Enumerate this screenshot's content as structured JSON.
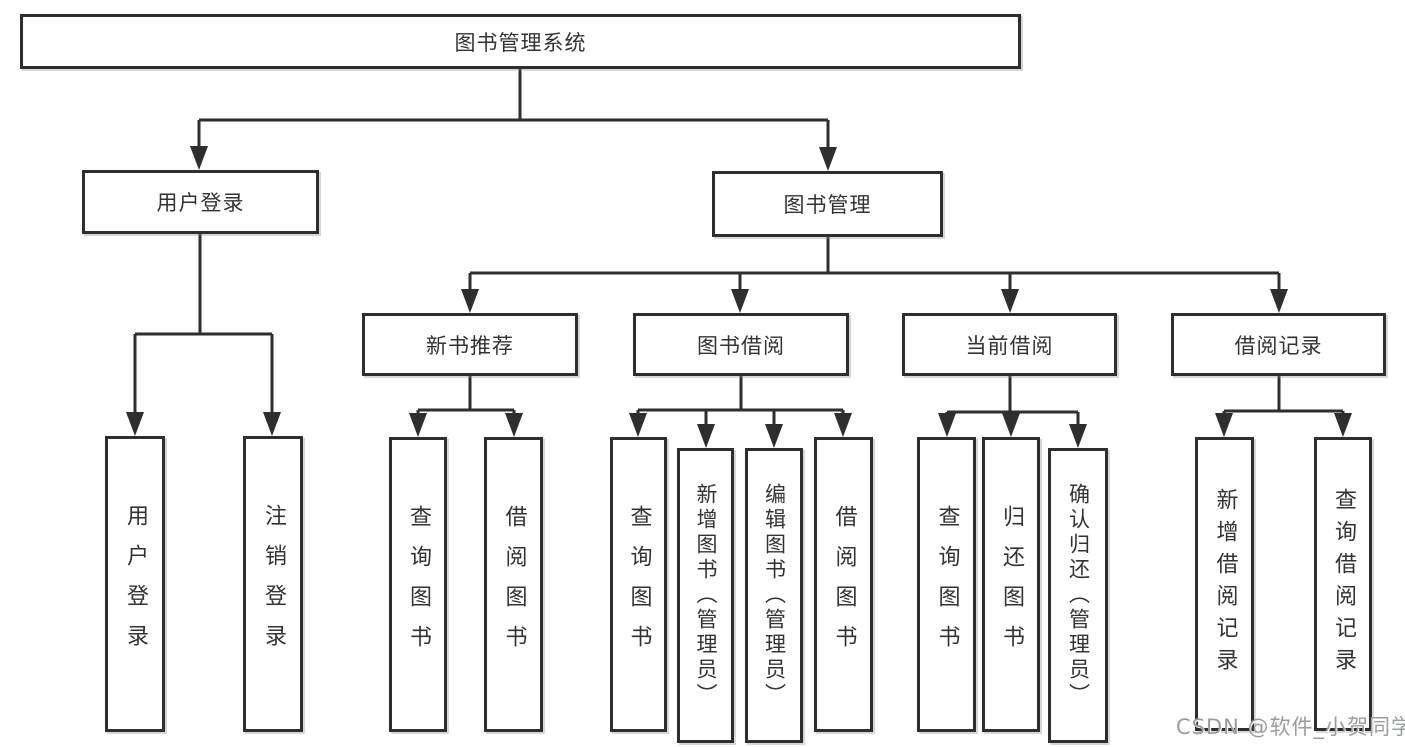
{
  "diagram": {
    "root": {
      "label": "图书管理系统"
    },
    "branches": [
      {
        "label": "用户登录",
        "children": [
          {
            "label": "用户登录"
          },
          {
            "label": "注销登录"
          }
        ]
      },
      {
        "label": "图书管理",
        "children": [
          {
            "label": "新书推荐",
            "children": [
              {
                "label": "查询图书"
              },
              {
                "label": "借阅图书"
              }
            ]
          },
          {
            "label": "图书借阅",
            "children": [
              {
                "label": "查询图书"
              },
              {
                "label": "新增图书（管理员）"
              },
              {
                "label": "编辑图书（管理员）"
              },
              {
                "label": "借阅图书"
              }
            ]
          },
          {
            "label": "当前借阅",
            "children": [
              {
                "label": "查询图书"
              },
              {
                "label": "归还图书"
              },
              {
                "label": "确认归还（管理员）"
              }
            ]
          },
          {
            "label": "借阅记录",
            "children": [
              {
                "label": "新增借阅记录"
              },
              {
                "label": "查询借阅记录"
              }
            ]
          }
        ]
      }
    ]
  },
  "watermark": {
    "text": "CSDN @软件_小贺同学"
  },
  "colors": {
    "line": "#2e2e2e",
    "text": "#333333",
    "box_background": "#ffffff",
    "watermark": "#9a9da1"
  }
}
